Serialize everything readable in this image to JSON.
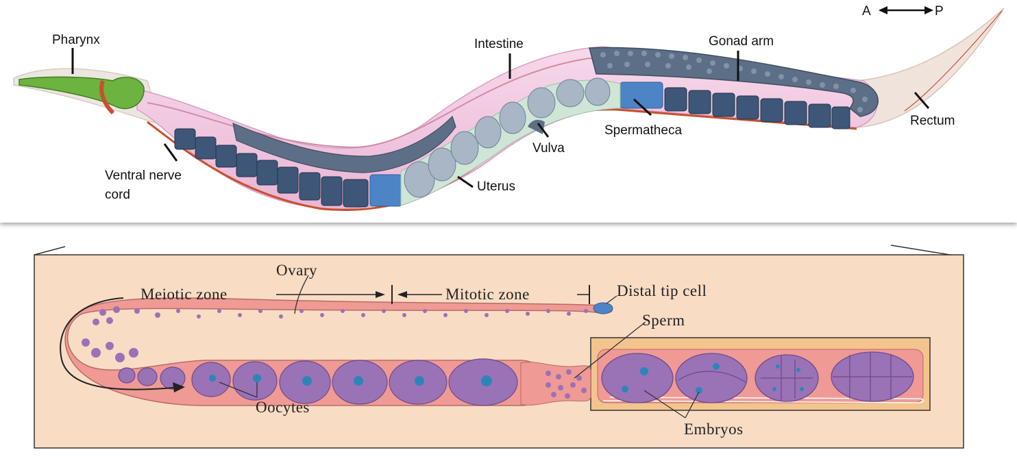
{
  "top_diagram": {
    "orientation": {
      "anterior": "A",
      "posterior": "P"
    },
    "labels": {
      "pharynx": "Pharynx",
      "intestine": "Intestine",
      "gonad_arm": "Gonad arm",
      "rectum": "Rectum",
      "spermatheca": "Spermatheca",
      "vulva": "Vulva",
      "uterus": "Uterus",
      "ventral_nerve_cord_line1": "Ventral nerve",
      "ventral_nerve_cord_line2": "cord"
    }
  },
  "bottom_diagram": {
    "labels": {
      "ovary": "Ovary",
      "meiotic_zone": "Meiotic zone",
      "mitotic_zone": "Mitotic zone",
      "distal_tip_cell": "Distal tip cell",
      "sperm": "Sperm",
      "oocytes": "Oocytes",
      "embryos": "Embryos"
    }
  },
  "colors": {
    "body_pink": "#f1c6e0",
    "gonad_slate": "#5d6f86",
    "pharynx_green": "#6cb33f",
    "spermatheca_blue": "#4d84c6",
    "uterus_mint": "#cfe6d6",
    "cuticle_red": "#c8502e",
    "panel_peach": "#f8dcc4",
    "gonad_pink": "#ef9a95",
    "oocyte_purple": "#9a72b6",
    "nucleus_teal": "#2b86b8"
  }
}
